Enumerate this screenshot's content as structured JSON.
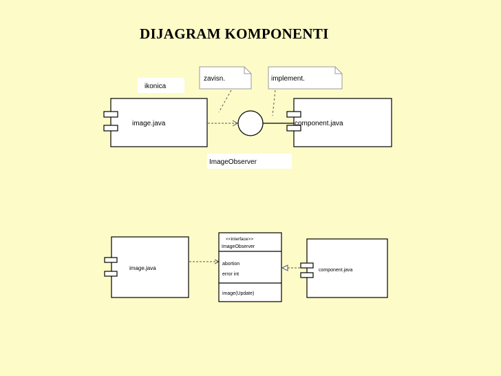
{
  "slide": {
    "title": "DIJAGRAM KOMPONENTI"
  },
  "diagram1": {
    "label_ikonica": "ikonica",
    "note_zavisn": "zavisn.",
    "note_implement": "implement.",
    "component_left": "image.java",
    "component_right": "component.java",
    "interface_label": "ImageObserver"
  },
  "diagram2": {
    "component_left": "image.java",
    "component_right": "component.java",
    "class_stereotype": "<<interface>>",
    "class_name": "ImageObserver",
    "attr_1": "abortion",
    "attr_2": "error int",
    "operation": "image(Update)"
  },
  "colors": {
    "background": "#fdfbc8",
    "box_fill": "#ffffff",
    "line": "#000000"
  }
}
